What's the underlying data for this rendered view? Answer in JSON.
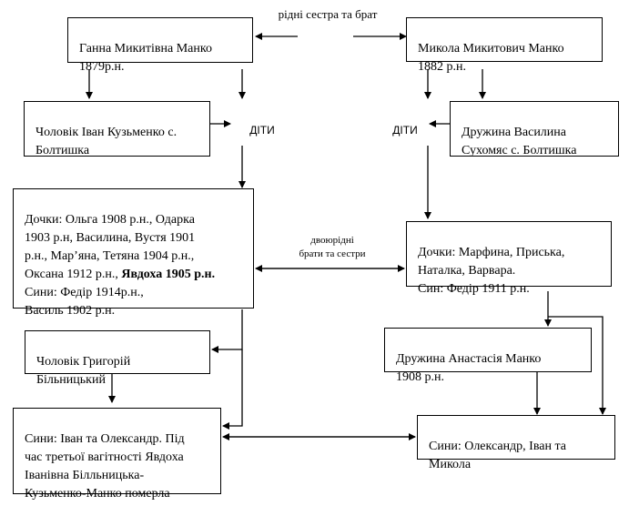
{
  "diagram": {
    "labels": {
      "siblings": "рідні сестра та брат",
      "children_left": "ДІТИ",
      "children_right": "ДІТИ",
      "cousins": "двоюрідні\nбрати та сестри"
    },
    "boxes": {
      "hanna": "Ганна Микитівна Манко\n1879р.н.",
      "mykola": "Микола Микитович Манко\n1882 р.н.",
      "husband_ivan": "Чоловік Іван Кузьменко с.\nБолтишка",
      "wife_vasylyna": "Дружина Василина\nСухомяс с. Болтишка",
      "hanna_children_prefix": "Дочки: Ольга 1908 р.н., Одарка\n1903 р.н, Василина, Вустя 1901\nр.н., Мар’яна, Тетяна 1904 р.н.,\nОксана 1912 р.н., ",
      "hanna_children_bold": "Явдоха 1905 р.н.",
      "hanna_children_suffix": "\nСини: Федір 1914р.н.,\nВасиль 1902 р.н.",
      "mykola_children": "Дочки: Марфина, Приська,\nНаталка, Варвара.\nСин: Федір 1911 р.н.",
      "husband_hryhoriy": "Чоловік Григорій\nБільницький",
      "wife_anastasia": "Дружина Анастасія Манко\n1908 р.н.",
      "sons_left": "Сини: Іван та Олександр. Під\nчас третьої вагітності Явдоха\nІванівна Білльницька-\nКузьменко-Манко померла",
      "sons_right": "Сини: Олександр, Іван та\nМикола"
    }
  }
}
